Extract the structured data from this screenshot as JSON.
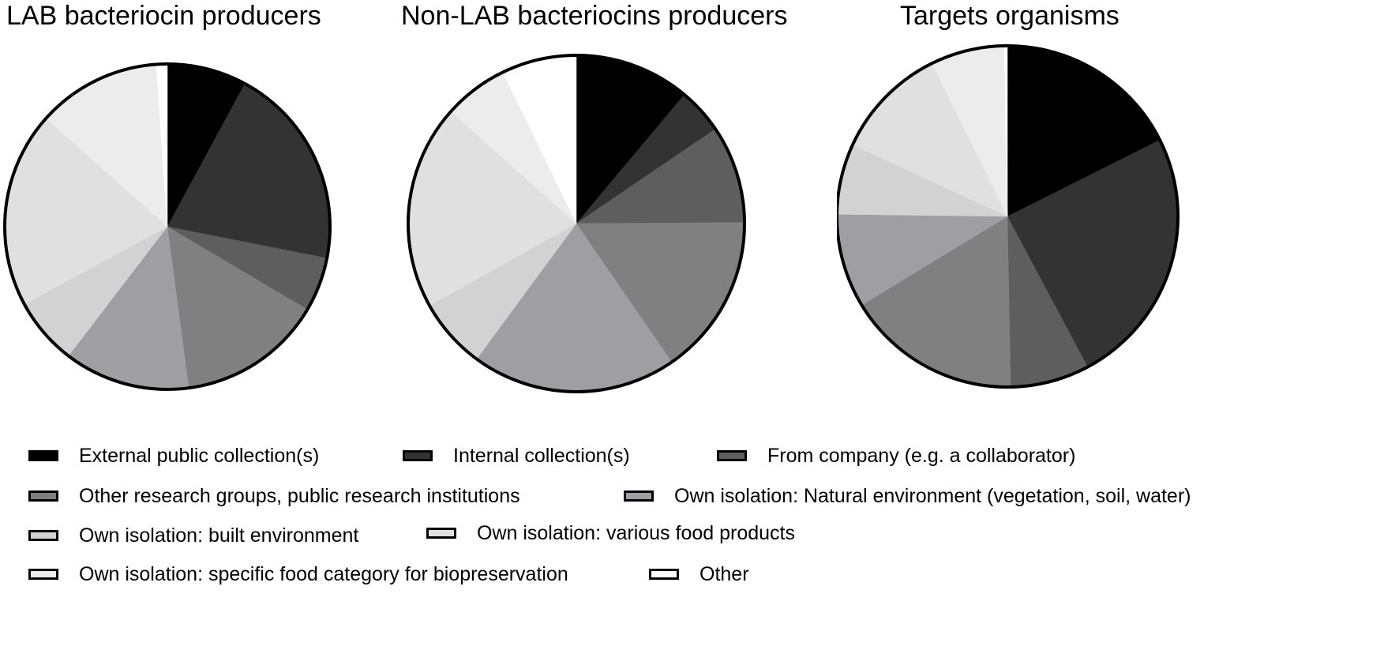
{
  "chart_data": [
    {
      "type": "pie",
      "title": "LAB bacteriocin producers",
      "categories": [
        "External public collection(s)",
        "Internal collection(s)",
        "From company (e.g. a collaborator)",
        "Other research groups, public research institutions",
        "Own isolation: Natural environment (vegetation, soil, water)",
        "Own isolation: built environment",
        "Own isolation: various food products",
        "Own isolation: specific food category for biopreservation",
        "Other"
      ],
      "values": [
        7.9,
        20.2,
        5.4,
        14.4,
        12.5,
        6.7,
        19.5,
        12.3,
        1.1
      ]
    },
    {
      "type": "pie",
      "title": "Non-LAB bacteriocins producers",
      "categories": [
        "External public collection(s)",
        "Internal collection(s)",
        "From company (e.g. a collaborator)",
        "Other research groups, public research institutions",
        "Own isolation: Natural environment (vegetation, soil, water)",
        "Own isolation: built environment",
        "Own isolation: various food products",
        "Own isolation: specific food category for biopreservation",
        "Other"
      ],
      "values": [
        11.1,
        4.4,
        9.4,
        15.5,
        19.7,
        6.8,
        19.7,
        6.2,
        7.2
      ]
    },
    {
      "type": "pie",
      "title": "Targets organisms",
      "categories": [
        "External public collection(s)",
        "Internal collection(s)",
        "From company (e.g. a collaborator)",
        "Other research groups, public research institutions",
        "Own isolation: Natural environment (vegetation, soil, water)",
        "Own isolation: built environment",
        "Own isolation: various food products",
        "Own isolation: specific food category for biopreservation",
        "Other"
      ],
      "values": [
        17.6,
        24.6,
        7.5,
        16.6,
        8.9,
        6.7,
        10.8,
        7.0,
        0.3
      ]
    }
  ],
  "legend": {
    "items": [
      {
        "label": "External public collection(s)",
        "color": "#000000"
      },
      {
        "label": "Internal collection(s)",
        "color": "#333333"
      },
      {
        "label": "From company (e.g. a collaborator)",
        "color": "#5e5e5e"
      },
      {
        "label": "Other research groups, public research institutions",
        "color": "#808080"
      },
      {
        "label": "Own isolation: Natural environment (vegetation, soil, water)",
        "color": "#9f9fa3"
      },
      {
        "label": "Own isolation: built environment",
        "color": "#d2d2d2"
      },
      {
        "label": "Own isolation: various food products",
        "color": "#e0e0e0"
      },
      {
        "label": "Own isolation: specific food category for biopreservation",
        "color": "#ececec"
      },
      {
        "label": "Other",
        "color": "#ffffff"
      }
    ]
  }
}
